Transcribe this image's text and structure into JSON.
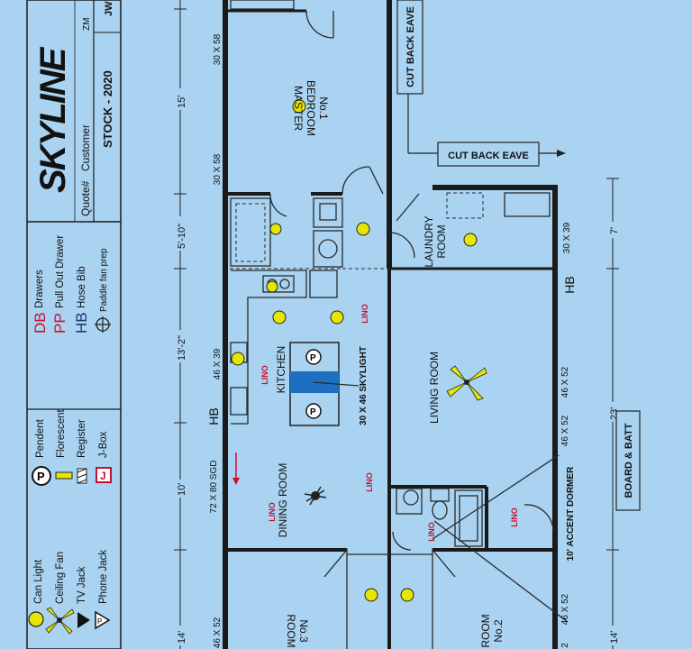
{
  "title_block": {
    "logo": "SKYLINE",
    "quote_label": "Quote#",
    "customer_label": "Customer",
    "stock": "STOCK - 2020",
    "initials_1": "ZM",
    "initials_2": "JW"
  },
  "legend_left": [
    {
      "code": "DB",
      "text": "Drawers"
    },
    {
      "code": "PP",
      "text": "Pull Out Drawer"
    },
    {
      "code": "HB",
      "text": "Hose Bib"
    },
    {
      "code": "",
      "text": "Paddle fan prep"
    }
  ],
  "legend_right": [
    {
      "text": "Pendent"
    },
    {
      "text": "Florescent"
    },
    {
      "text": "Register"
    },
    {
      "text": "J-Box"
    }
  ],
  "legend_bottom": [
    {
      "text": "Can Light"
    },
    {
      "text": "Ceiling Fan"
    },
    {
      "text": "TV Jack"
    },
    {
      "text": "Phone Jack"
    }
  ],
  "dimensions": {
    "left": [
      "15'",
      "5'-10\"",
      "13'-2\"",
      "10'",
      "14'"
    ],
    "right": [
      "7'",
      "23'",
      "14'"
    ]
  },
  "windows": {
    "w1": "30 X 58",
    "w2": "30 X 58",
    "w3": "46 X 39",
    "w4": "72 X 80 SGD",
    "w5": "46 X 52",
    "w6": "30 X 39",
    "w7": "46 X 52",
    "w8": "46 X 52",
    "w9": "46 X 52",
    "w10": "2"
  },
  "rooms": {
    "master_1": "MASTER",
    "master_2": "BEDROOM",
    "master_3": "No.1",
    "laundry_1": "LAUNDRY",
    "laundry_2": "ROOM",
    "kitchen": "KITCHEN",
    "living": "LIVING ROOM",
    "dining": "DINING ROOM",
    "room3_1": "ROOM",
    "room3_2": "No.3",
    "room2_1": "ROOM",
    "room2_2": "No.2"
  },
  "notes": {
    "cut_back_1": "CUT BACK EAVE",
    "cut_back_2": "CUT BACK EAVE",
    "board_batt": "BOARD & BATT",
    "skylight": "30 X 46 SKYLIGHT",
    "dormer": "10' ACCENT DORMER",
    "hb_1": "HB",
    "hb_2": "HB",
    "p": "P"
  },
  "lino": [
    "LINO",
    "LINO",
    "LINO",
    "LINO",
    "LINO",
    "LINO"
  ]
}
